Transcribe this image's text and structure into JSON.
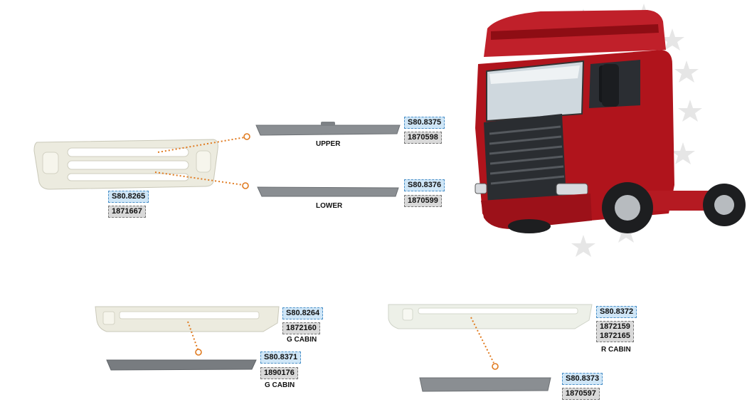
{
  "parts": {
    "main_grille": {
      "code": "S80.8265",
      "oem": "1871667"
    },
    "upper_insert": {
      "code": "S80.8375",
      "oem": "1870598",
      "caption": "UPPER"
    },
    "lower_insert": {
      "code": "S80.8376",
      "oem": "1870599",
      "caption": "LOWER"
    },
    "g_cabin_panel": {
      "code": "S80.8264",
      "oem": "1872160",
      "caption": "G CABIN"
    },
    "g_cabin_insert": {
      "code": "S80.8371",
      "oem": "1890176",
      "caption": "G CABIN"
    },
    "r_cabin_panel": {
      "code": "S80.8372",
      "oem_1": "1872159",
      "oem_2": "1872165",
      "caption": "R CABIN"
    },
    "r_cabin_insert": {
      "code": "S80.8373",
      "oem": "1870597"
    }
  },
  "colors": {
    "leader_line": "#e07a1f",
    "code_label_bg": "#cfe6f7",
    "oem_label_bg": "#d9d9d9",
    "truck_body": "#b0141c",
    "insert_gray": "#8a8e92",
    "panel_cream": "#ecebdf"
  }
}
